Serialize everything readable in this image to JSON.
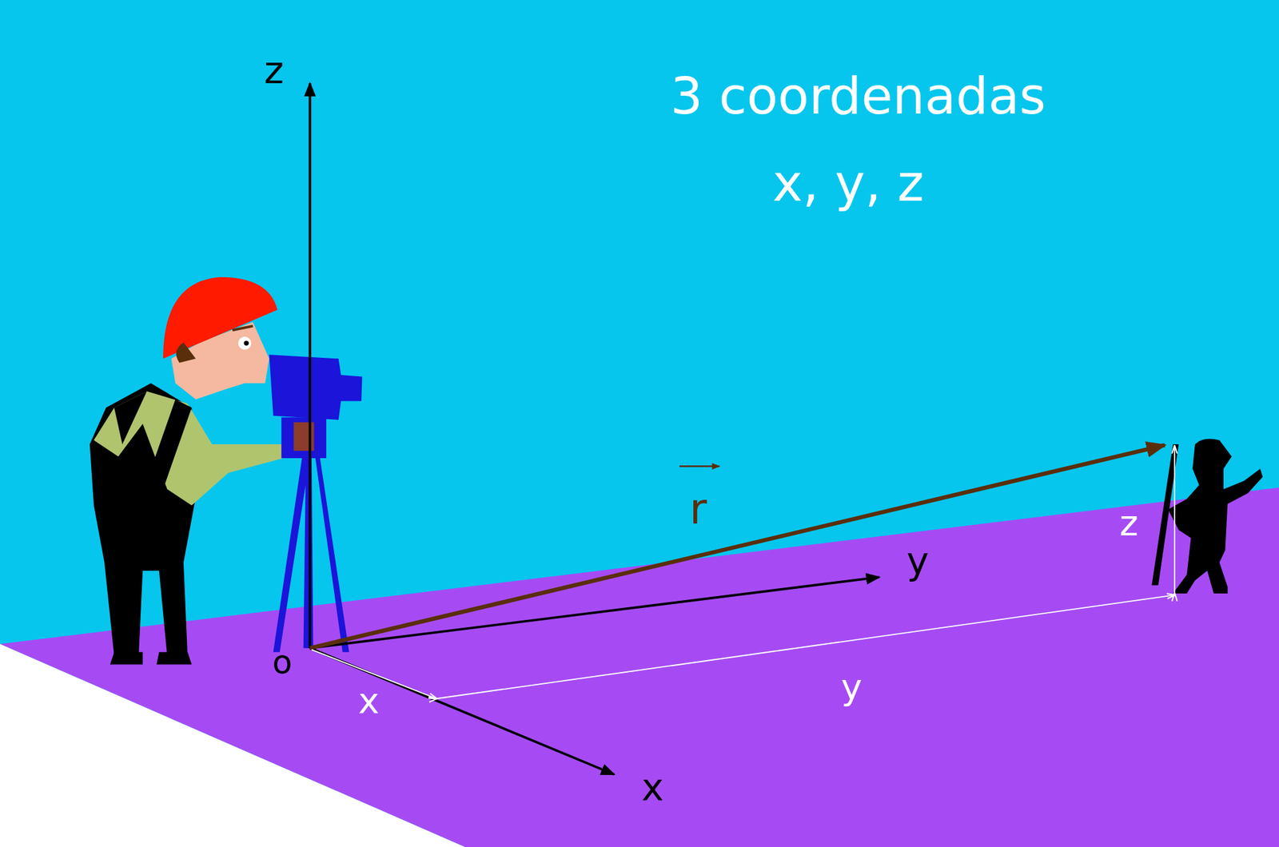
{
  "diagram": {
    "labels": [
      "3 coordenadas",
      "x, y, z",
      "z",
      "o",
      "y",
      "x",
      "x",
      "y",
      "z",
      "r"
    ]
  }
}
